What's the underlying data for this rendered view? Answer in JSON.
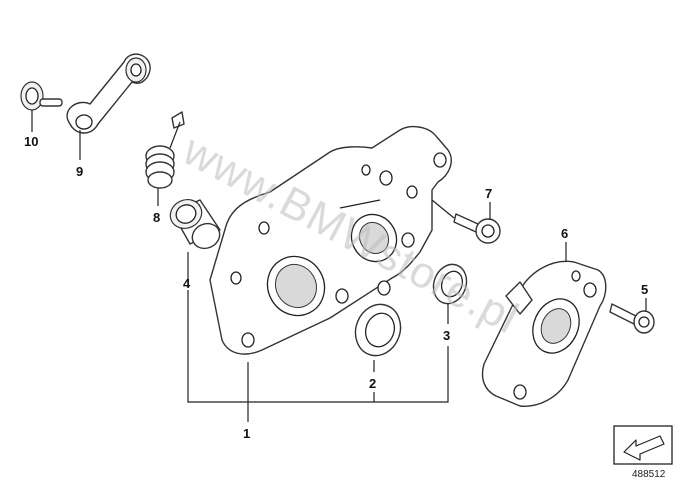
{
  "watermark": "www.BMWstore.pl",
  "callouts": {
    "c1": "1",
    "c2": "2",
    "c3": "3",
    "c4": "4",
    "c5": "5",
    "c6": "6",
    "c7": "7",
    "c8": "8",
    "c9": "9",
    "c10": "10"
  },
  "diagram_number": "488512",
  "icons": {
    "direction": "arrow-badge-icon"
  }
}
